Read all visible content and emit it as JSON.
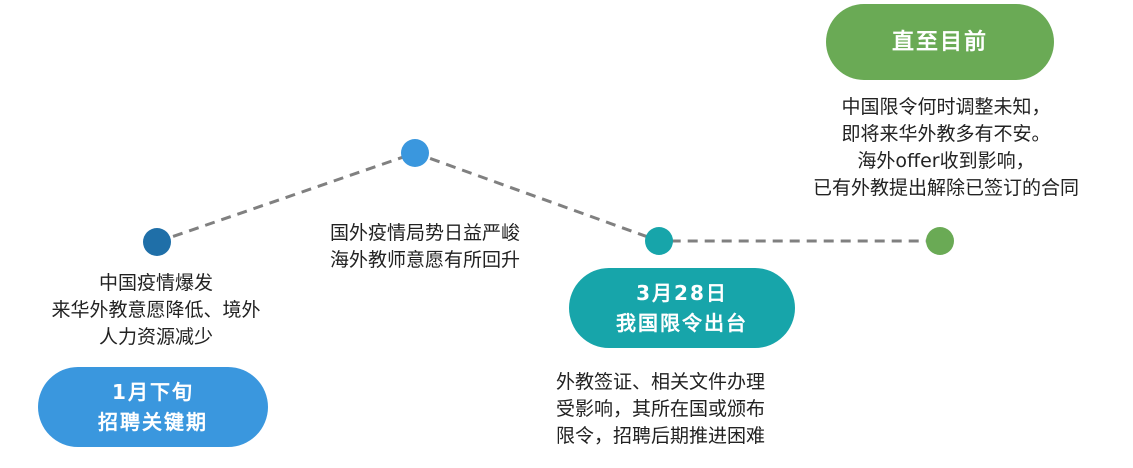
{
  "colors": {
    "stage1": "#1f6fa8",
    "stage2": "#3a97de",
    "stage3": "#17a5aa",
    "stage4": "#6aaa55",
    "connector": "#808080",
    "text": "#222222"
  },
  "stages": [
    {
      "badge": [
        "1月下旬",
        "招聘关键期"
      ],
      "description": [
        "中国疫情爆发",
        "来华外教意愿降低、境外",
        "人力资源减少"
      ]
    },
    {
      "description": [
        "国外疫情局势日益严峻",
        "海外教师意愿有所回升"
      ]
    },
    {
      "badge": [
        "3月28日",
        "我国限令出台"
      ],
      "description": [
        "外教签证、相关文件办理",
        "受影响，其所在国或颁布",
        "限令，招聘后期推进困难"
      ]
    },
    {
      "badge": [
        "直至目前"
      ],
      "description": [
        "中国限令何时调整未知，",
        "即将来华外教多有不安。",
        "海外offer收到影响，",
        "已有外教提出解除已签订的合同"
      ]
    }
  ]
}
